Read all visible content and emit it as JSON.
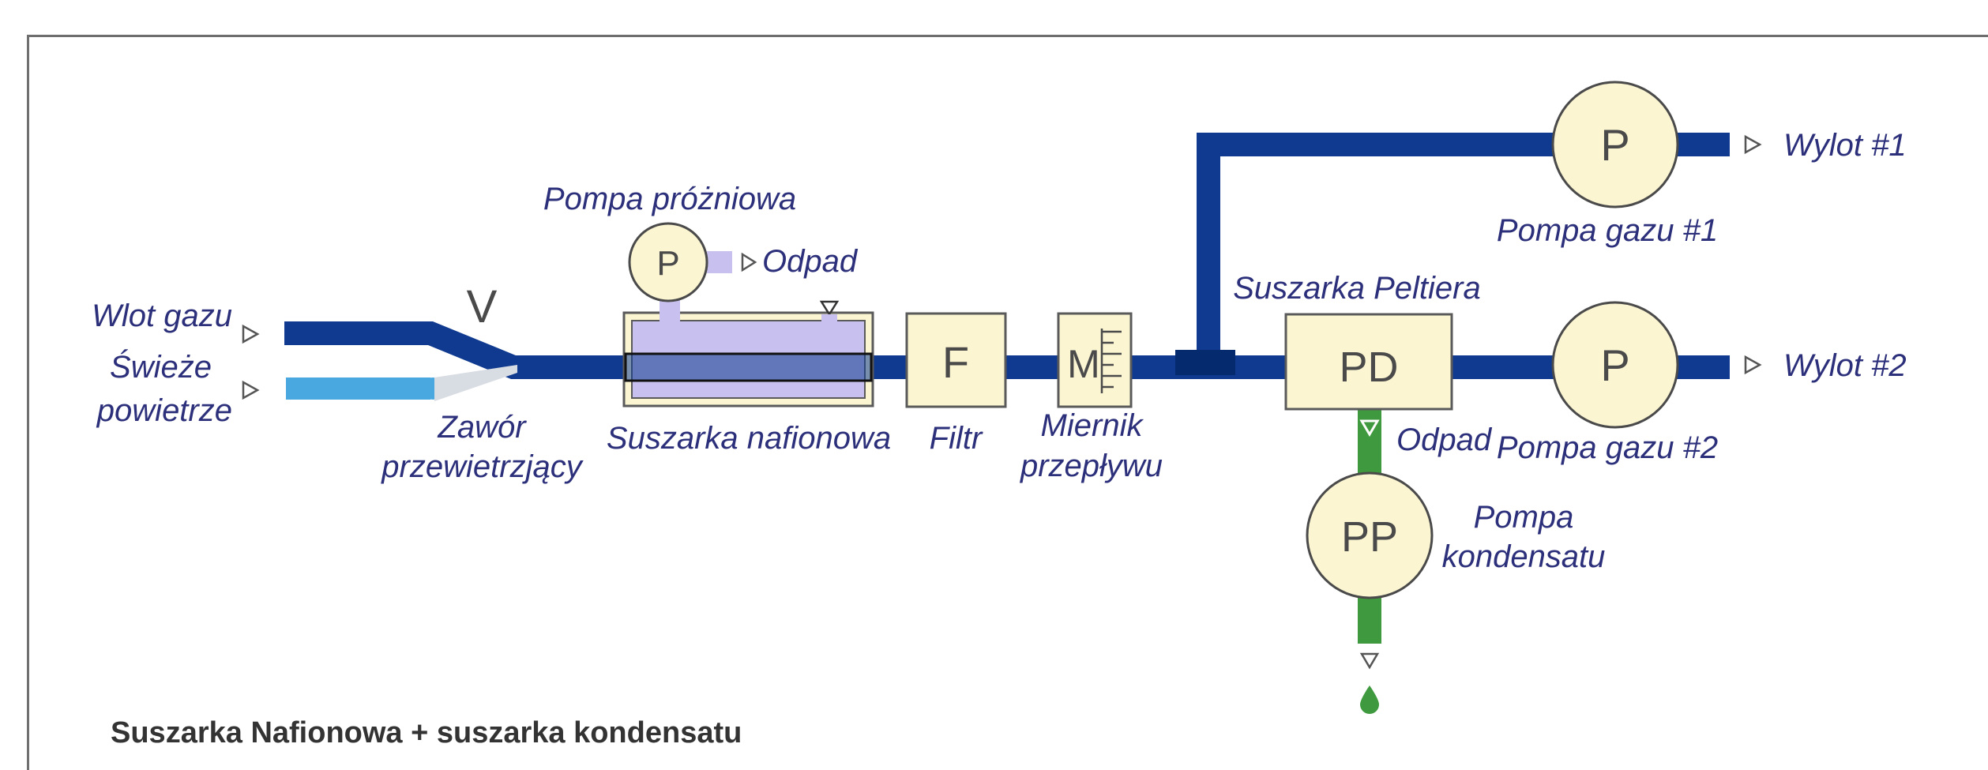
{
  "caption": "Suszarka Nafionowa + suszarka kondensatu",
  "labels": {
    "inlet_gas": "Wlot gazu",
    "fresh_air_1": "Świeże",
    "fresh_air_2": "powietrze",
    "valve_name_1": "Zawór",
    "valve_name_2": "przewietrzjący",
    "vacuum_pump": "Pompa próżniowa",
    "waste_top": "Odpad",
    "nafion_dryer": "Suszarka nafionowa",
    "filter": "Filtr",
    "flowmeter_1": "Miernik",
    "flowmeter_2": "przepływu",
    "peltier_dryer": "Suszarka Peltiera",
    "waste_bottom": "Odpad",
    "gas_pump_1": "Pompa gazu #1",
    "gas_pump_2": "Pompa gazu #2",
    "outlet_1": "Wylot #1",
    "outlet_2": "Wylot #2",
    "condensate_pump_1": "Pompa",
    "condensate_pump_2": "kondensatu"
  },
  "symbols": {
    "valve": "V",
    "vacuum_pump": "P",
    "filter": "F",
    "flowmeter": "M",
    "peltier": "PD",
    "gas_pump_1": "P",
    "gas_pump_2": "P",
    "condensate_pump": "PP"
  },
  "colors": {
    "main_line": "#0f3a8f",
    "air_line": "#4aa8e0",
    "condensate_line": "#3f9a3f",
    "component_fill": "#fbf5d2",
    "nafion_fill": "#c8c0ee",
    "text": "#2c2f7a"
  }
}
